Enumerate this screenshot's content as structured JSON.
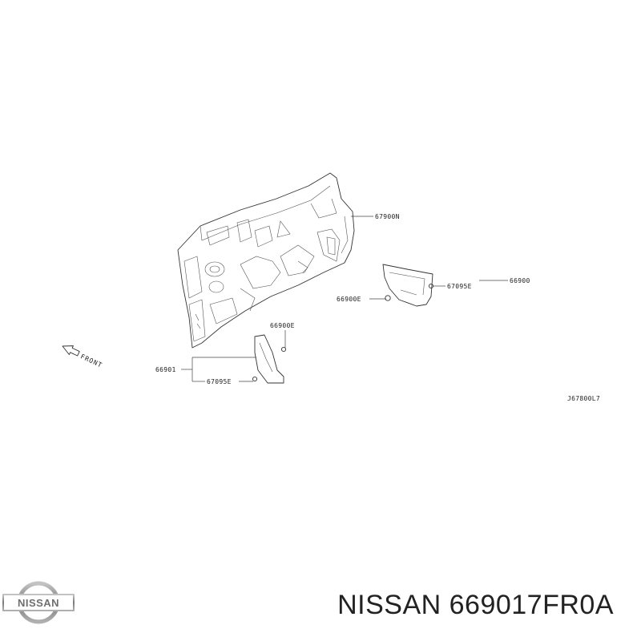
{
  "diagram": {
    "callouts": {
      "c1": "67900N",
      "c2": "66900",
      "c3": "67095E",
      "c4": "66900E",
      "c5": "66900E",
      "c6": "66901",
      "c7": "67095E"
    },
    "direction_label": "FRONT",
    "diagram_code": "J67800L7"
  },
  "brand": {
    "logo_text": "NISSAN",
    "title": "NISSAN 669017FR0A"
  },
  "colors": {
    "line": "#333333",
    "logo_silver": "#8a8a8a",
    "title_text": "#222222"
  }
}
